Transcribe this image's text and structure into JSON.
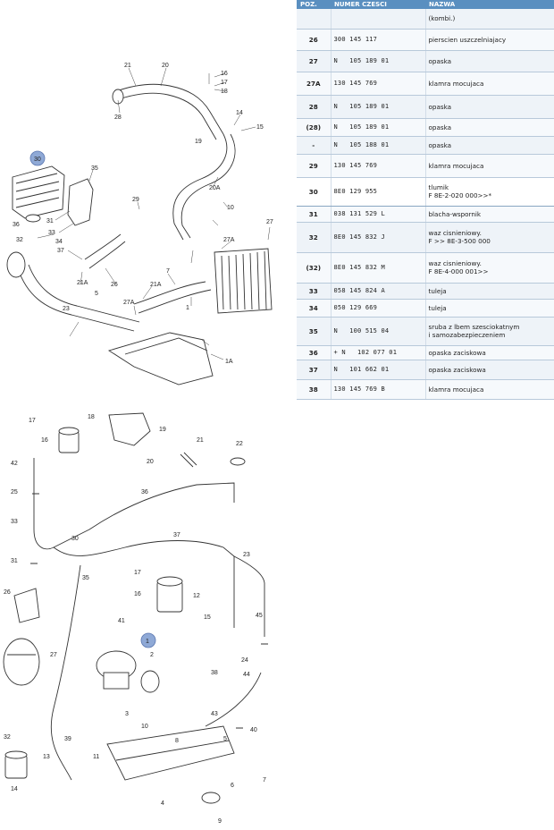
{
  "table": {
    "headers": {
      "pos": "POZ.",
      "number": "NUMER CZESCI",
      "name": "NAZWA"
    },
    "rows": [
      {
        "pos": "",
        "number": "",
        "name": "(kombi.)"
      },
      {
        "pos": "26",
        "number": "300 145 117",
        "name": "pierscien uszczelniajacy"
      },
      {
        "pos": "27",
        "number": "N   105 189 01",
        "name": "opaska"
      },
      {
        "pos": "27A",
        "number": "130 145 769",
        "name": "klamra mocujaca"
      },
      {
        "pos": "28",
        "number": "N   105 189 01",
        "name": "opaska"
      },
      {
        "pos": "(28)",
        "number": "N   105 189 01",
        "name": "opaska"
      },
      {
        "pos": "-",
        "number": "N   105 188 01",
        "name": "opaska"
      },
      {
        "pos": "29",
        "number": "130 145 769",
        "name": "klamra mocujaca"
      },
      {
        "pos": "30",
        "number": "8E0 129 955",
        "name": "tlumik\nF 8E-2-020 000>>*"
      },
      {
        "pos": "31",
        "number": "038 131 529 L",
        "name": "blacha-wspornik"
      },
      {
        "pos": "32",
        "number": "8E0 145 832 J",
        "name": "waz cisnieniowy.\nF              >> 8E-3-500 000"
      },
      {
        "pos": "(32)",
        "number": "8E0 145 832 M",
        "name": "waz cisnieniowy.\nF 8E-4-000 001>>"
      },
      {
        "pos": "33",
        "number": "058 145 824 A",
        "name": "tuleja"
      },
      {
        "pos": "34",
        "number": "050 129 669",
        "name": "tuleja"
      },
      {
        "pos": "35",
        "number": "N   100 515 04",
        "name": "sruba z lbem szesciokatnym\ni samozabezpieczeniem"
      },
      {
        "pos": "36",
        "number": "+ N   102 077 01",
        "name": "opaska zaciskowa"
      },
      {
        "pos": "37",
        "number": "N   101 662 01",
        "name": "opaska zaciskowa"
      },
      {
        "pos": "38",
        "number": "130 145 769 B",
        "name": "klamra mocujaca"
      }
    ],
    "highlight_pos": "30"
  },
  "diagram_top": {
    "labels": [
      "21",
      "20",
      "16",
      "17",
      "18",
      "28",
      "14",
      "15",
      "30",
      "35",
      "19",
      "20A",
      "29",
      "10",
      "36",
      "31",
      "33",
      "34",
      "32",
      "37",
      "27A",
      "27",
      "21A",
      "26",
      "5",
      "7",
      "21A",
      "27A",
      "23",
      "1",
      "1A"
    ]
  },
  "diagram_bottom": {
    "labels": [
      "17",
      "16",
      "18",
      "19",
      "21",
      "22",
      "20",
      "42",
      "25",
      "33",
      "36",
      "30",
      "37",
      "23",
      "31",
      "17",
      "12",
      "16",
      "15",
      "26",
      "35",
      "41",
      "45",
      "27",
      "1",
      "2",
      "38",
      "24",
      "44",
      "43",
      "10",
      "8",
      "3",
      "5",
      "40",
      "32",
      "39",
      "13",
      "11",
      "14",
      "9",
      "7",
      "6",
      "4"
    ]
  },
  "colors": {
    "header": "#5a8fc0",
    "row": "#eef3f8",
    "highlight_marker": "#8fa9d6"
  }
}
